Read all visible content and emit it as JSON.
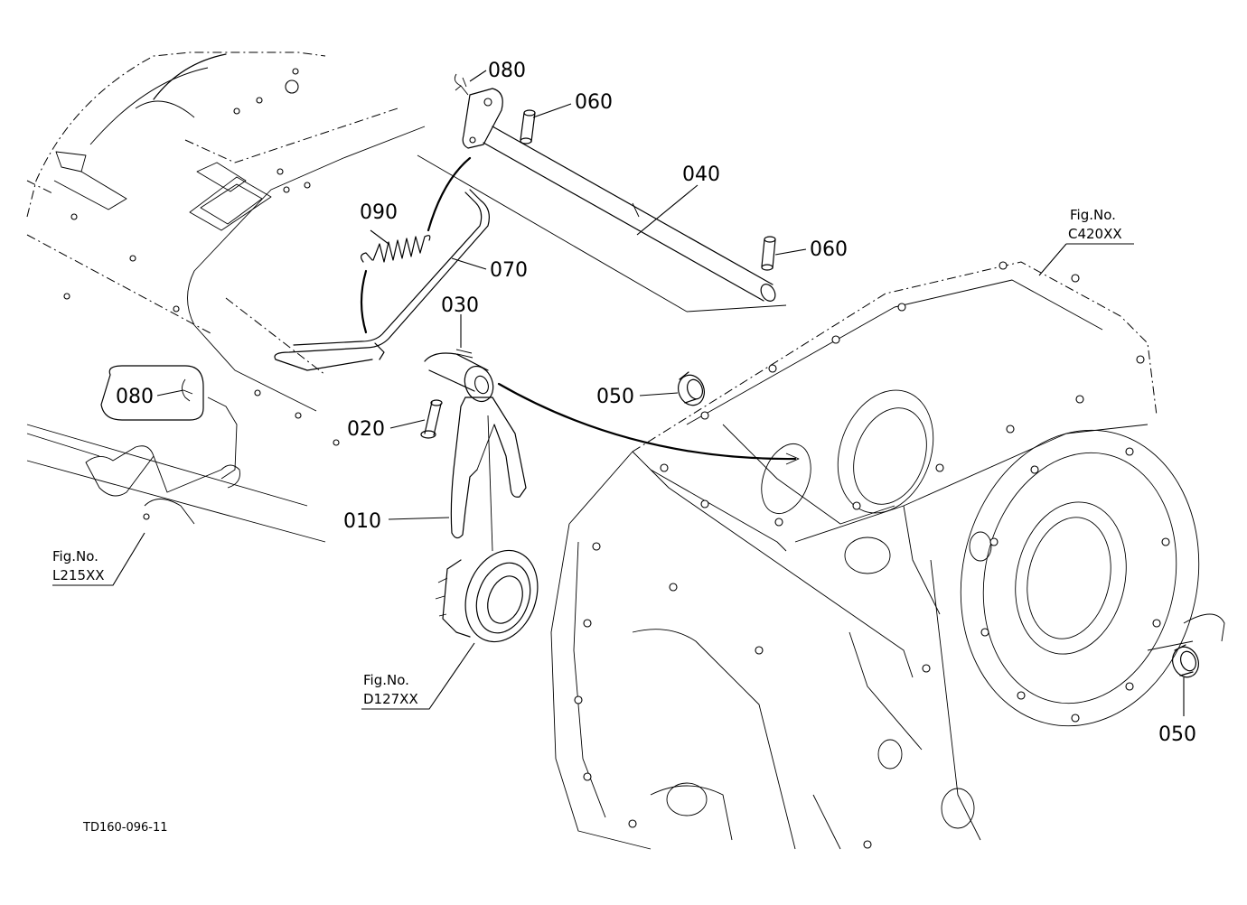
{
  "parts": [
    {
      "id": "p010",
      "label": "010"
    },
    {
      "id": "p020",
      "label": "020"
    },
    {
      "id": "p030",
      "label": "030"
    },
    {
      "id": "p040",
      "label": "040"
    },
    {
      "id": "p050a",
      "label": "050"
    },
    {
      "id": "p050b",
      "label": "050"
    },
    {
      "id": "p060a",
      "label": "060"
    },
    {
      "id": "p060b",
      "label": "060"
    },
    {
      "id": "p070",
      "label": "070"
    },
    {
      "id": "p080a",
      "label": "080"
    },
    {
      "id": "p080b",
      "label": "080"
    },
    {
      "id": "p090",
      "label": "090"
    }
  ],
  "figure_refs": [
    {
      "title": "Fig.No.",
      "number": "C420XX"
    },
    {
      "title": "Fig.No.",
      "number": "L215XX"
    },
    {
      "title": "Fig.No.",
      "number": "D127XX"
    }
  ],
  "drawing_code": "TD160-096-11"
}
